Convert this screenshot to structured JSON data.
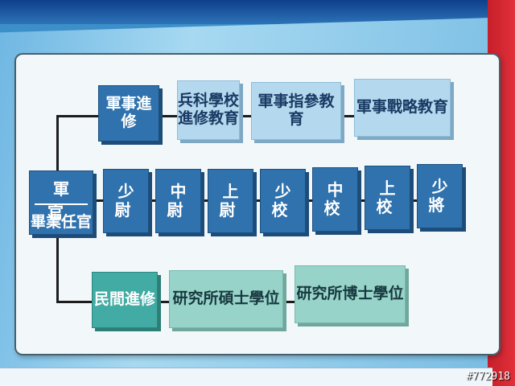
{
  "diagram": {
    "origin": {
      "top": "軍官",
      "bottom": "畢業任官"
    },
    "military_branch": {
      "label": "軍事進修",
      "steps": [
        "兵科學校\n進修教育",
        "軍事指參教育",
        "軍事戰略教育"
      ]
    },
    "rank_path": [
      "少尉",
      "中尉",
      "上尉",
      "少校",
      "中校",
      "上校",
      "少將"
    ],
    "civilian_branch": {
      "label": "民間進修",
      "steps": [
        "研究所碩士學位",
        "研究所博士學位"
      ]
    }
  },
  "watermark": "#772918",
  "colors": {
    "dark_box": "#2f72ad",
    "light_box": "#b4d9ef",
    "teal_box": "#42aba3",
    "mint_box": "#97d3c8",
    "connector": "#1c1c1c"
  }
}
